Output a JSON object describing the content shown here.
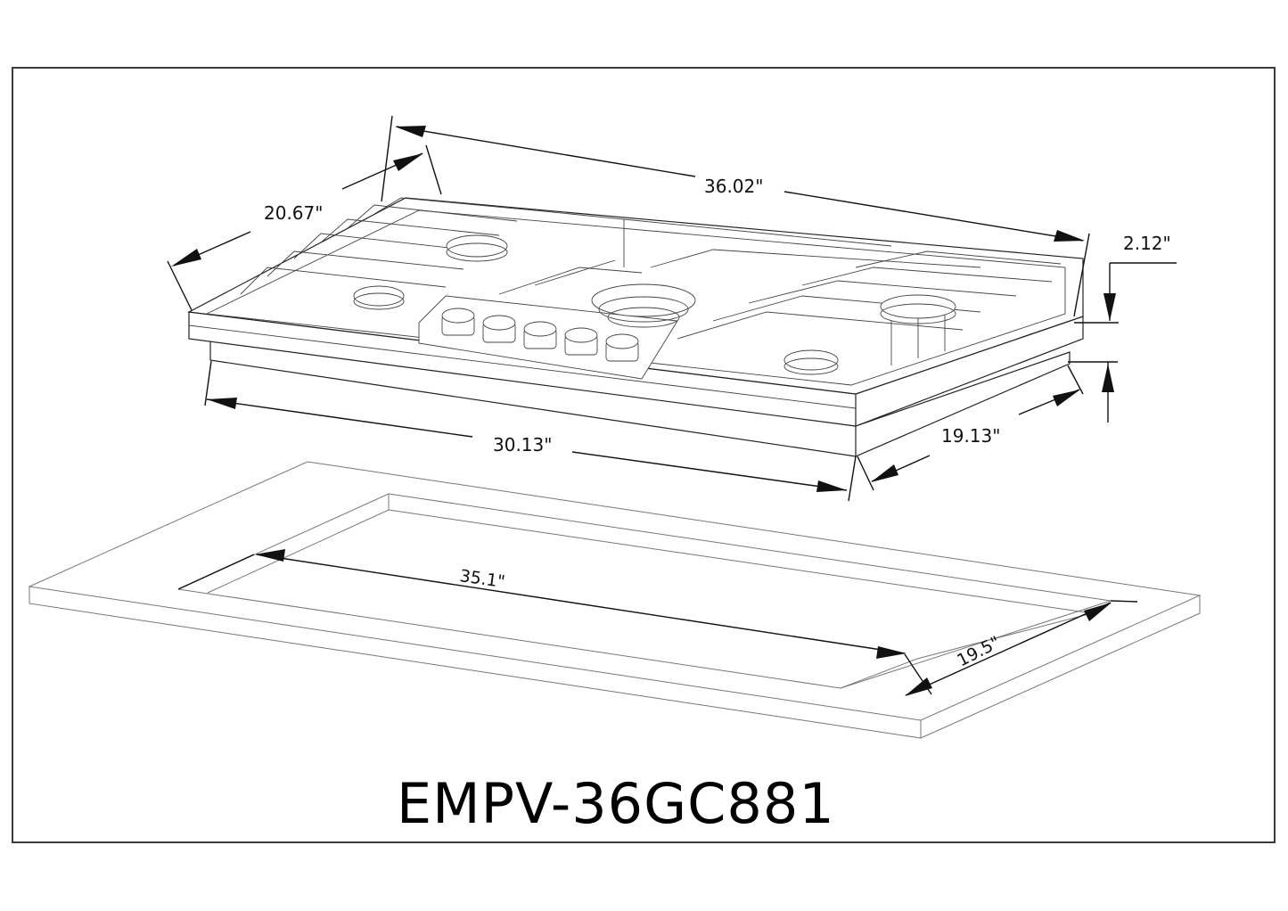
{
  "drawing": {
    "model_number": "EMPV-36GC881",
    "cooktop": {
      "burner_count": 5,
      "knob_count": 5,
      "dimensions": {
        "overall_width": "36.02\"",
        "overall_depth": "20.67\"",
        "height": "2.12\"",
        "base_width": "30.13\"",
        "base_depth": "19.13\""
      }
    },
    "cutout": {
      "dimensions": {
        "width": "35.1\"",
        "depth": "19.5\""
      }
    },
    "colors": {
      "line": "#222222",
      "frame": "#3a3a3a",
      "background": "#ffffff"
    }
  }
}
